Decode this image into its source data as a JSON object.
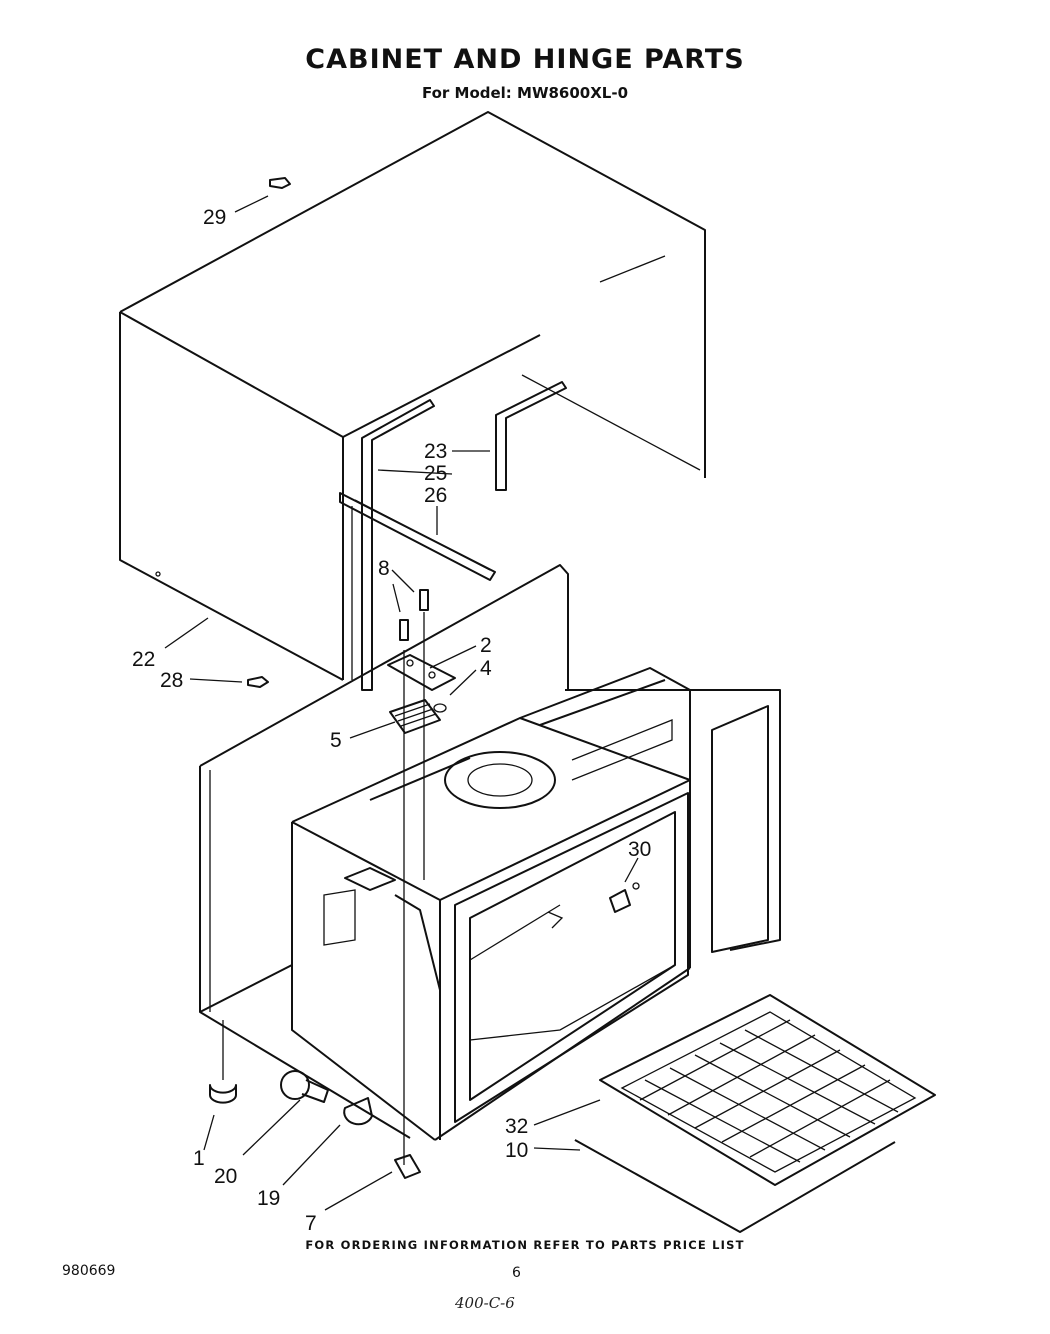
{
  "header": {
    "title": "CABINET AND HINGE PARTS",
    "subtitle": "For Model: MW8600XL-0"
  },
  "callouts": [
    "29",
    "23",
    "25",
    "26",
    "8",
    "2",
    "4",
    "22",
    "28",
    "5",
    "30",
    "1",
    "20",
    "19",
    "7",
    "32",
    "10"
  ],
  "footer": {
    "ordering_note": "FOR ORDERING INFORMATION REFER TO PARTS PRICE LIST",
    "doc_number": "980669",
    "page_number": "6",
    "handwritten_note": "400-C-6"
  }
}
